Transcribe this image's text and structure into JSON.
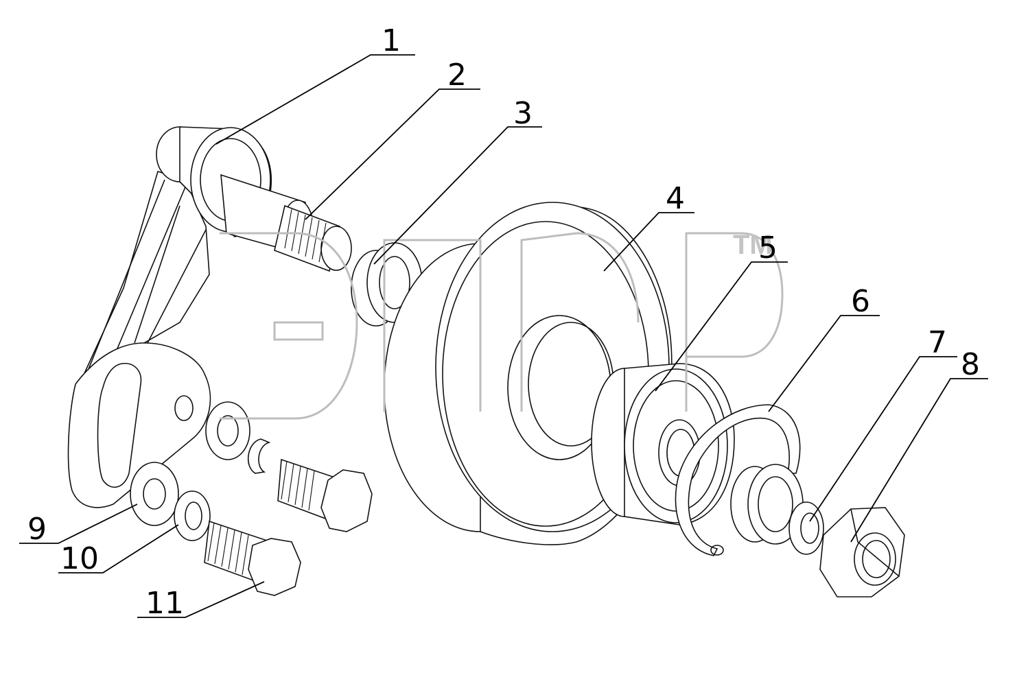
{
  "watermark": {
    "mark": "TM"
  },
  "callouts": [
    {
      "id": "1",
      "label": "1"
    },
    {
      "id": "2",
      "label": "2"
    },
    {
      "id": "3",
      "label": "3"
    },
    {
      "id": "4",
      "label": "4"
    },
    {
      "id": "5",
      "label": "5"
    },
    {
      "id": "6",
      "label": "6"
    },
    {
      "id": "7",
      "label": "7"
    },
    {
      "id": "8",
      "label": "8"
    },
    {
      "id": "9",
      "label": "9"
    },
    {
      "id": "10",
      "label": "10"
    },
    {
      "id": "11",
      "label": "11"
    }
  ]
}
